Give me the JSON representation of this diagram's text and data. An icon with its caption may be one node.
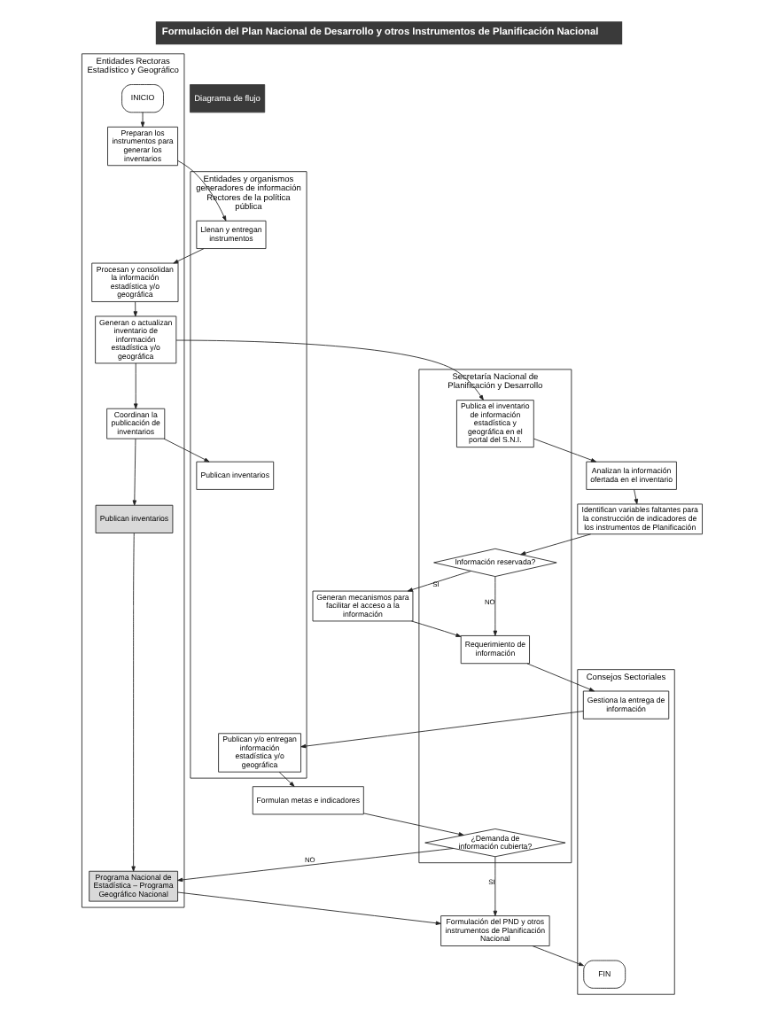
{
  "diagram": {
    "title": "Formulación del Plan Nacional de Desarrollo y otros Instrumentos de Planificación Nacional",
    "nodes": [
      {
        "text": [
          "Entidades Rectoras Estadístico y Geográfico"
        ]
      },
      {
        "text": [
          "Entidades y organismos generadores de información",
          "Rectores de la política pública"
        ]
      },
      {
        "text": [
          "Consejos Sectoriales"
        ]
      },
      {
        "text": [
          "Secretaría Nacional de Planificación y Desarrollo"
        ]
      },
      {
        "text": [
          "INICIO"
        ],
        "in": 0
      },
      {
        "text": [
          "Preparan los instrumentos para generar los inventarios"
        ],
        "in": 0
      },
      {
        "text": [
          "Llenan y entregan instrumentos"
        ],
        "in": 1
      },
      {
        "text": [
          "Procesan y consolidan la información estadística y/o geográfica"
        ],
        "in": 0
      },
      {
        "text": [
          "Generan o actualizan inventario de información estadística y/o geográfica"
        ],
        "in": 0
      },
      {
        "text": [
          "Publica el inventario de información estadística y geográfica en el portal del S.N.I."
        ],
        "in": 3
      },
      {
        "text": [
          "Coordinan la publicación de inventarios"
        ],
        "in": 0
      },
      {
        "text": [
          "Publican inventarios"
        ],
        "in": 1
      },
      {
        "text": [
          "Analizan la información ofertada en el inventario"
        ]
      },
      {
        "text": [
          "Publican inventarios"
        ],
        "in": 0
      },
      {
        "text": [
          "Identifican variables faltantes para la construcción de indicadores de los instrumentos de Planificación"
        ]
      },
      {
        "text": [
          "Programa Nacional de Estadística – Programa Geográfico Nacional"
        ],
        "in": 0
      },
      {
        "text": [
          "Información reservada?"
        ],
        "in": 3
      },
      {
        "text": [
          "Generan mecanismos para facilitar el acceso a la información"
        ]
      },
      {
        "text": [
          "Requerimiento de información"
        ],
        "in": 3
      },
      {
        "text": [
          "Gestiona la entrega de información"
        ],
        "in": 2
      },
      {
        "text": [
          "Publican y/o entregan información estadística y/o geográfica"
        ],
        "in": 1
      },
      {
        "text": [
          "Formulan metas e indicadores"
        ]
      },
      {
        "text": [
          "¿Demanda de información cubierta?"
        ],
        "in": 3
      },
      {
        "text": [
          "Formulación del PND y otros instrumentos de Planificación Nacional"
        ]
      },
      {
        "text": [
          "FIN"
        ],
        "in": 2
      }
    ],
    "edges": [
      {
        "from": 4,
        "to": 5,
        "arrow": "to"
      },
      {
        "from": 5,
        "to": 6,
        "arrow": "to"
      },
      {
        "from": 6,
        "to": 7,
        "arrow": "to"
      },
      {
        "from": 7,
        "to": 8,
        "arrow": "to"
      },
      {
        "from": 8,
        "to": 9,
        "arrow": "to"
      },
      {
        "from": 8,
        "to": 10,
        "arrow": "to"
      },
      {
        "from": 10,
        "to": 11,
        "arrow": "to"
      },
      {
        "from": 10,
        "to": 13,
        "arrow": "to"
      },
      {
        "from": 9,
        "to": 12,
        "arrow": "to"
      },
      {
        "from": 12,
        "to": 14,
        "arrow": "to"
      },
      {
        "from": 14,
        "to": 16,
        "arrow": "to"
      },
      {
        "from": 13,
        "to": 15,
        "arrow": "to"
      },
      {
        "from": 16,
        "to": 17,
        "label": "SI",
        "arrow": "to"
      },
      {
        "from": 16,
        "to": 18,
        "label": "NO",
        "arrow": "to"
      },
      {
        "from": 17,
        "to": 18,
        "arrow": "to"
      },
      {
        "from": 18,
        "to": 19,
        "arrow": "to"
      },
      {
        "from": 19,
        "to": 20,
        "arrow": "to"
      },
      {
        "from": 20,
        "to": 21,
        "arrow": "to"
      },
      {
        "from": 21,
        "to": 22,
        "arrow": "to"
      },
      {
        "from": 22,
        "to": 23,
        "label": "SI",
        "arrow": "to"
      },
      {
        "from": 22,
        "to": 15,
        "label": "NO",
        "arrow": "to"
      },
      {
        "from": 15,
        "to": 23,
        "arrow": "to"
      },
      {
        "from": 23,
        "to": 24,
        "arrow": "to"
      }
    ],
    "labels": [
      "Diagrama de flujo"
    ]
  }
}
